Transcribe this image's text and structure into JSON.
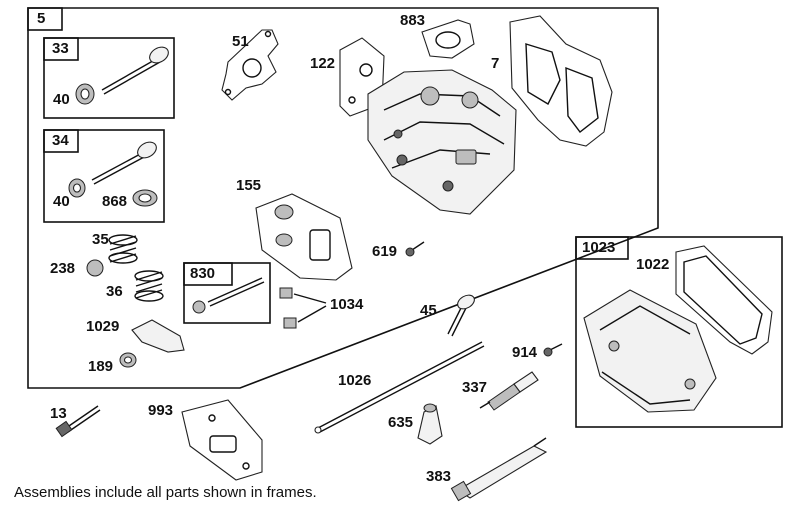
{
  "diagram": {
    "footnote": "Assemblies include all parts shown in frames.",
    "frames": {
      "main": "5",
      "valve_intake": "33",
      "valve_exhaust": "34",
      "rocker_assembly": "830",
      "cover_assembly": "1023"
    },
    "parts": {
      "p51": "51",
      "p883": "883",
      "p122": "122",
      "p7": "7",
      "p40a": "40",
      "p40b": "40",
      "p868": "868",
      "p155": "155",
      "p35": "35",
      "p238": "238",
      "p36": "36",
      "p619": "619",
      "p1034": "1034",
      "p1029": "1029",
      "p189": "189",
      "p1022": "1022",
      "p45": "45",
      "p914": "914",
      "p1026": "1026",
      "p337": "337",
      "p13": "13",
      "p993": "993",
      "p635": "635",
      "p383": "383"
    }
  }
}
